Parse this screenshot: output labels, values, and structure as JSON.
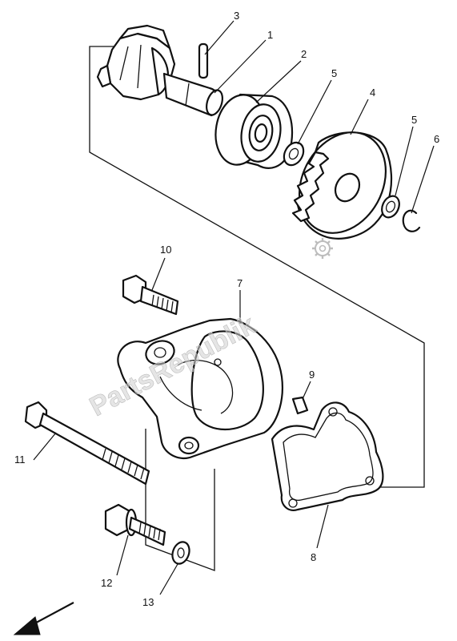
{
  "watermark": "PartsRepublik",
  "callouts": [
    {
      "id": "1",
      "label": "1"
    },
    {
      "id": "2",
      "label": "2"
    },
    {
      "id": "3",
      "label": "3"
    },
    {
      "id": "4",
      "label": "4"
    },
    {
      "id": "5a",
      "label": "5"
    },
    {
      "id": "5b",
      "label": "5"
    },
    {
      "id": "6",
      "label": "6"
    },
    {
      "id": "7",
      "label": "7"
    },
    {
      "id": "8",
      "label": "8"
    },
    {
      "id": "9",
      "label": "9"
    },
    {
      "id": "10",
      "label": "10"
    },
    {
      "id": "11",
      "label": "11"
    },
    {
      "id": "12",
      "label": "12"
    },
    {
      "id": "13",
      "label": "13"
    }
  ],
  "icons": {
    "watermark_gear": "gear-icon",
    "direction": "arrow-icon"
  }
}
